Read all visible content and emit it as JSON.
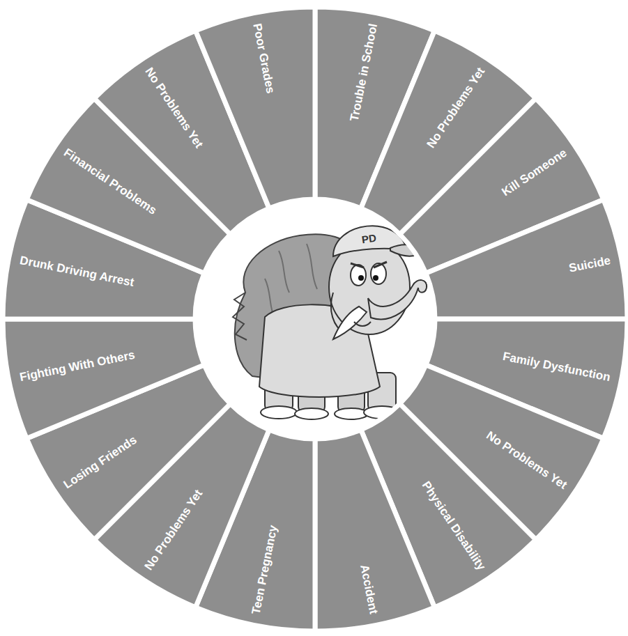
{
  "diagram": {
    "nodes": [
      {
        "text": [
          "Trouble in School"
        ]
      },
      {
        "text": [
          "No Problems Yet"
        ]
      },
      {
        "text": [
          "Kill Someone"
        ]
      },
      {
        "text": [
          "Suicide"
        ]
      },
      {
        "text": [
          "Family Dysfunction"
        ]
      },
      {
        "text": [
          "No Problems Yet"
        ]
      },
      {
        "text": [
          "Physical Disability"
        ]
      },
      {
        "text": [
          "Accident"
        ]
      },
      {
        "text": [
          "Teen Pregnancy"
        ]
      },
      {
        "text": [
          "No Problems Yet"
        ]
      },
      {
        "text": [
          "Losing Friends"
        ]
      },
      {
        "text": [
          "Fighting With Others"
        ]
      },
      {
        "text": [
          "Drunk Driving Arrest"
        ]
      },
      {
        "text": [
          "Financial Problems"
        ]
      },
      {
        "text": [
          "No Problems Yet"
        ]
      },
      {
        "text": [
          "Poor Grades"
        ]
      }
    ],
    "labels": [
      "PD"
    ]
  }
}
